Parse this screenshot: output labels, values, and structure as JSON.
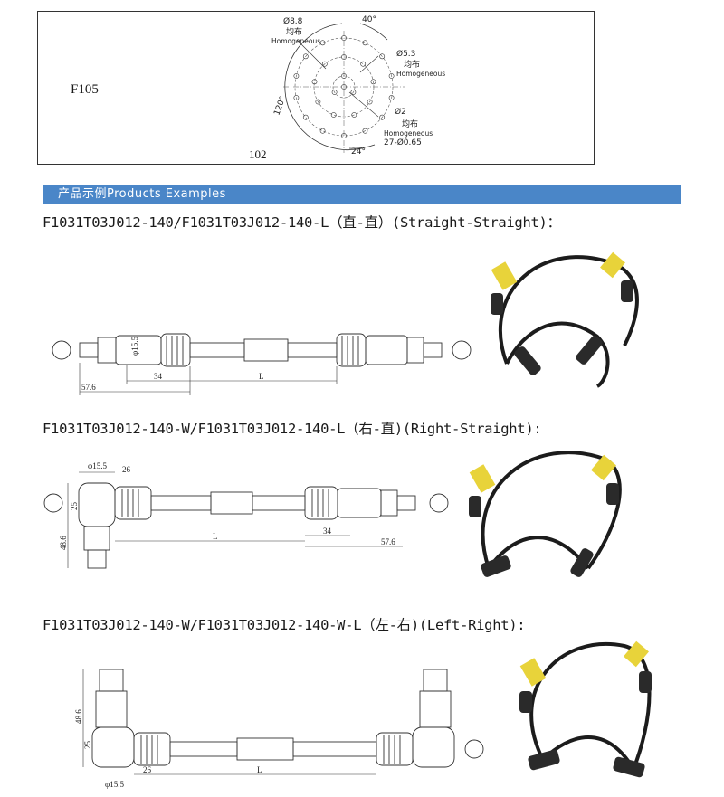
{
  "spec_table": {
    "model_code": "F105",
    "pin_count": "102",
    "annotations": {
      "dia_outer": "Ø8.8",
      "angle_40": "40°",
      "homogeneous_cn_1": "均布",
      "homogeneous_en_1": "Homogeneous",
      "dia_mid": "Ø5.3",
      "homogeneous_cn_2": "均布",
      "homogeneous_en_2": "Homogeneous",
      "dia_inner": "Ø2",
      "homogeneous_cn_3": "均布",
      "homogeneous_en_3": "Homogeneous",
      "pin_spec": "27-Ø0.65",
      "angle_120": "120°",
      "angle_24": "24°"
    }
  },
  "section": {
    "title": "产品示例Products Examples"
  },
  "examples": [
    {
      "title": "F1031T03J012-140/F1031T03J012-140-L（直-直）(Straight-Straight)：",
      "dims": {
        "d_diameter": "φ15.5",
        "d_34": "34",
        "d_total": "57.6",
        "d_length": "L"
      }
    },
    {
      "title": "F1031T03J012-140-W/F1031T03J012-140-L（右-直)(Right-Straight):",
      "dims": {
        "d_diameter": "φ15.5",
        "d_width": "26",
        "d_25": "25",
        "d_height": "48.6",
        "d_length": "L",
        "d_34": "34",
        "d_total": "57.6"
      }
    },
    {
      "title": "F1031T03J012-140-W/F1031T03J012-140-W-L（左-右)(Left-Right):",
      "dims": {
        "d_height": "48.6",
        "d_25": "25",
        "d_width": "26",
        "d_length": "L",
        "d_diameter": "φ15.5"
      }
    }
  ],
  "colors": {
    "section_bar": "#4a86c8",
    "cable": "#1c1c1c",
    "yellow_band": "#e8d33a"
  }
}
